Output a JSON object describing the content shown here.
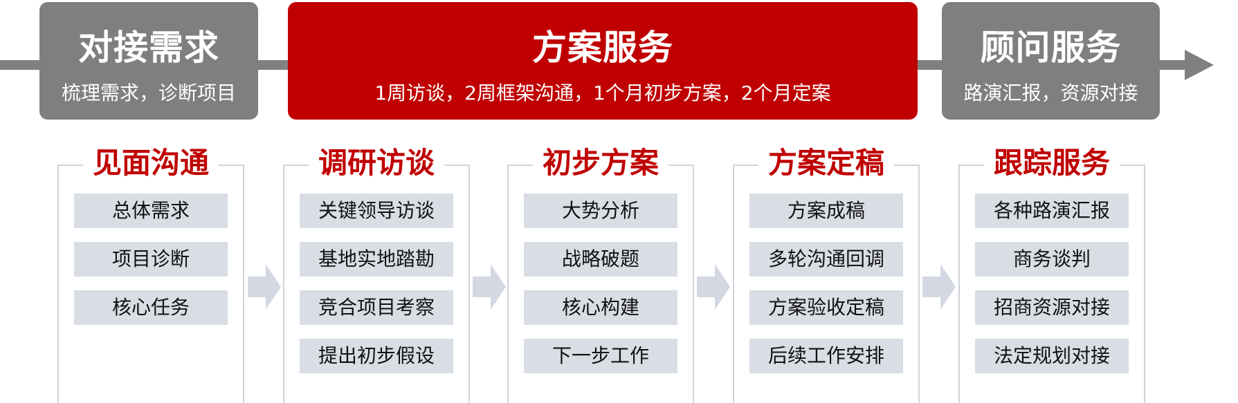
{
  "colors": {
    "accent_red": "#c00000",
    "phase_gray": "#7f7f7f",
    "item_bg": "#d9dde4",
    "frame_border": "#cdd3dc",
    "connector": "#d3d8e3"
  },
  "phases": [
    {
      "title": "对接需求",
      "subtitle": "梳理需求，诊断项目"
    },
    {
      "title": "方案服务",
      "subtitle": "1周访谈，2周框架沟通，1个月初步方案，2个月定案"
    },
    {
      "title": "顾问服务",
      "subtitle": "路演汇报，资源对接"
    }
  ],
  "steps": [
    {
      "title": "见面沟通",
      "items": [
        "总体需求",
        "项目诊断",
        "核心任务"
      ]
    },
    {
      "title": "调研访谈",
      "items": [
        "关键领导访谈",
        "基地实地踏勘",
        "竞合项目考察",
        "提出初步假设"
      ]
    },
    {
      "title": "初步方案",
      "items": [
        "大势分析",
        "战略破题",
        "核心构建",
        "下一步工作"
      ]
    },
    {
      "title": "方案定稿",
      "items": [
        "方案成稿",
        "多轮沟通回调",
        "方案验收定稿",
        "后续工作安排"
      ]
    },
    {
      "title": "跟踪服务",
      "items": [
        "各种路演汇报",
        "商务谈判",
        "招商资源对接",
        "法定规划对接"
      ]
    }
  ],
  "icons": {
    "timeline_end": "arrow-right-icon",
    "step_connector": "chevron-arrow-right-icon"
  }
}
